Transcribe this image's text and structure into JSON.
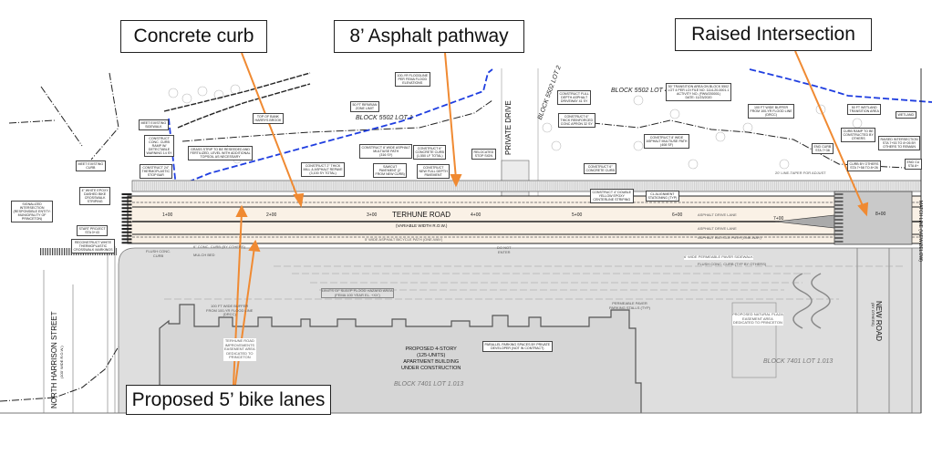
{
  "callouts": {
    "concrete_curb": "Concrete curb",
    "asphalt_pathway": "8’ Asphalt pathway",
    "raised_intersection": "Raised Intersection",
    "bike_lanes": "Proposed 5’ bike lanes"
  },
  "colors": {
    "callout_arrow": "#f08a32",
    "floodline": "#1f3ee0",
    "road_fill": "#faf1e6",
    "site_fill": "#dcdcdc"
  },
  "road": {
    "name": "TERHUNE ROAD",
    "row": "(VARIABLE WIDTH R.O.W.)",
    "stations": [
      "1+00",
      "2+00",
      "3+00",
      "4+00",
      "5+00",
      "6+00",
      "7+00",
      "8+00"
    ]
  },
  "streets": {
    "north_harrison": "NORTH HARRISON STREET",
    "north_harrison_row": "(100' WIDE R.O.W.)",
    "private_drive": "PRIVATE DRIVE",
    "new_road": "NEW ROAD",
    "new_road_sub": "(BY OTHERS)",
    "match_line": "MATCH LINE (VIEW BELOW)"
  },
  "blocks": {
    "b5502_lot1": "BLOCK 5502\nLOT 1",
    "b5502_lot2": "BLOCK 5502\nLOT 2",
    "b5502_lot4": "BLOCK 5502\nLOT 4",
    "b7401_left": "BLOCK 7401\nLOT 1.013",
    "b7401_right": "BLOCK 7401\nLOT 1.013"
  },
  "notes": {
    "meet_sidewalk": "MEET EXISTING\nSIDEWALK",
    "curb_ramp": "CONSTRUCT\nCONC. CURB\nRAMP W/\nDETECTABLE\nWARNING 14 SY",
    "stop_bar": "CONSTRUCT 24\"\nTHERMOPLASTIC\nSTOP BAR",
    "meet_curb": "MEET EXISTING\nCURB",
    "bike_crosswalk": "4\" WHITE EPOXY\nDASHED BIKE\nCROSSWALK\nSTRIPING",
    "signalized": "SIGNALIZED\nINTERSECTION\n(RESPONSIBLE ENTITY:\nMUNICIPALITY OF\nPRINCETON)",
    "start_project": "START PROJECT\nSTA 0+43",
    "reconstruct_crosswalk": "RECONSTRUCT WHITE\nTHERMOPLASTIC\nCROSSWALK MARKINGS",
    "top_of_bank": "TOP OF BANK\nHARRYS BROOK",
    "grass_strip": "GRASS STRIP TO BE RESEEDED AND\nFERTILIZED, LEVEL WITH ADDITIONAL\nTOPSOIL AS NECESSARY",
    "mill_repave": "CONSTRUCT 2\" THICK\nMILL & ASPHALT REPAVE\n(3,100 SY TOTAL)",
    "floodline": "100-YR FLOODLINE\nPER FEMA FLOOD\nELEVATIONS",
    "riparian": "50 FT RIPARIAN\nZONE LIMIT",
    "path_316": "CONSTRUCT 8' WIDE ASPHALT\nMULTIUSE PATH\n(316 SY)",
    "sawcut": "SAWCUT\nPAVEMENT (2'\nFROM NEW CURB)",
    "curb_1550": "CONSTRUCT 6\"\nCONCRETE CURB\n(1,550 LF TOTAL)",
    "full_depth": "CONSTRUCT\nNEW FULL DEPTH\nPAVEMENT",
    "stop_sign": "RELOCATED\nSTOP SIGN",
    "driveway": "CONSTRUCT FULL\nDEPTH ASPHALT\nDRIVEWAY 41 SY",
    "apron": "CONSTRUCT 6\"\nTHICK REINFORCED\nCONC APRON 32 SY",
    "curb_6": "CONSTRUCT 6\"\nCONCRETE CURB",
    "centerline": "CONSTRUCT 4\" DOUBLE\nYELLOW EPOXY\nCENTERLINE STRIPING",
    "transition": "50' TRANSITION AREA ON BLOCK 5502\nLOT 4 PER LOI FILE NO. 1114-20-0001.1\nACTIVITY NO. (FWW200001)\nDATE: 11/23/2020",
    "buffer": "100 FT WIDE BUFFER\nFROM 100-YR FLOOD LINE\n(DRCC)",
    "wetland_transition": "50 FT WETLAND\nTRANSITION AREA",
    "wetland": "WETLAND",
    "path_408": "CONSTRUCT 8' WIDE\nASPHALT MULTIUSE PATH\n(408 SF)",
    "end_curb_738": "END CURB\nSTA 7+38",
    "curb_ramp_others": "CURB RAMP TO BE\nCONSTRUCTED BY\nOTHERS",
    "raised_int": "RAISED INTERSECTION\nSTA 7+53 TO 8+26 BY\nOTHERS TO REMAIN",
    "curb_others": "CURB BY OTHERS\nSTA 7+58 TO 8+26",
    "end_curb_8": "END CU\nSTA 8+",
    "cl_alignment": "CL ALIGNMENT\nSTATIONING (TYP)",
    "parallel_parking": "PARALLEL PARKING SPACES BY PRIVATE\nDEVELOPER (NOT IN CONTRACT)"
  },
  "labels": {
    "drive_lane_1": "ASPHALT DRIVE LANE",
    "drive_lane_2": "ASPHALT DRIVE LANE",
    "bike_path_top": "ASPHALT BICYCLE PATH (ONE-WAY)",
    "bike_path_bottom": "5' WIDE ASPHALT BICYCLE PATH (ONE-WAY)",
    "conc_curb_others": "6\" CONC. CURB (BY OTHERS)",
    "mulch_bed": "MULCH BED",
    "flush_curb": "FLUSH CONC.\nCURB",
    "flood_hazard": "LIMITS OF SLEEP FLOOD HAZARD AREA\n(FEMA 100 YEAR EL. +XX')",
    "buffer_lower": "100 FT WIDE BUFFER\nFROM 100-YR FLOOD LINE\n(DRCC)",
    "easement": "TERHUNE ROAD\nIMPROVEMENTS\nEASEMENT AREA\nDEDICATED TO\nPRINCETON",
    "building": "PROPOSED 4-STORY\n(125-UNITS)\nAPARTMENT BUILDING\nUNDER CONSTRUCTION",
    "paver_sidewalk": "6' WIDE PERMEABLE PAVER SIDEWALK",
    "flush_curb_typ": "FLUSH CONC. CURB (TYP BY OTHERS)",
    "paver_stalls": "PERMEABLE PAVER\nPARKING STALLS (TYP)",
    "plaza": "PROPOSED NATURAL PLAZA\nEASEMENT AREA\nDEDICATED TO PRINCETON",
    "do_not_enter": "DO NOT\nENTER",
    "taper": "20' LINE-TAPER FOR ADJUST"
  }
}
